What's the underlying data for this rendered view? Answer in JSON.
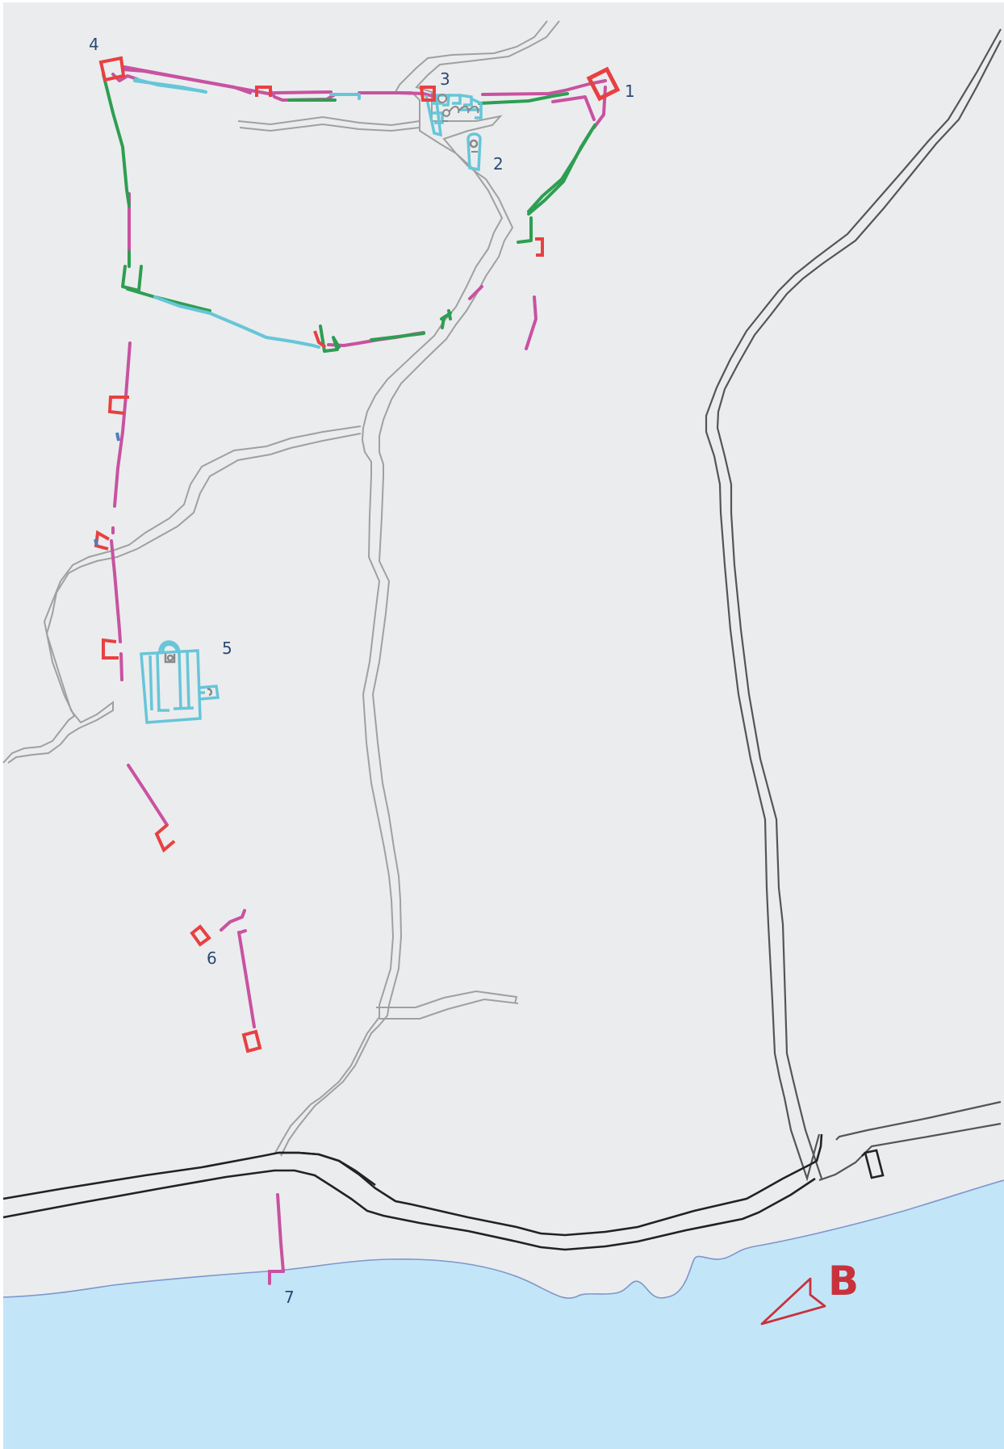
{
  "map": {
    "colors": {
      "land": "#ebecee",
      "sea": "#c2e6f8",
      "coastline": "#7f96cc",
      "track": "#a0a0a0",
      "road": "#555555",
      "main_road": "#222222",
      "tower": "#e84040",
      "wall_magenta": "#c852a0",
      "wall_green": "#2e9e52",
      "wall_cyan": "#66c6d8",
      "church": "#66c6d8",
      "label": "#2b4a73",
      "direction_marker": "#c8323c"
    },
    "labels": [
      {
        "id": "1",
        "text": "1"
      },
      {
        "id": "2",
        "text": "2"
      },
      {
        "id": "3",
        "text": "3"
      },
      {
        "id": "4",
        "text": "4"
      },
      {
        "id": "5",
        "text": "5"
      },
      {
        "id": "6",
        "text": "6"
      },
      {
        "id": "7",
        "text": "7"
      }
    ],
    "direction_marker": {
      "letter": "B",
      "icon": "direction-arrow-icon"
    }
  }
}
